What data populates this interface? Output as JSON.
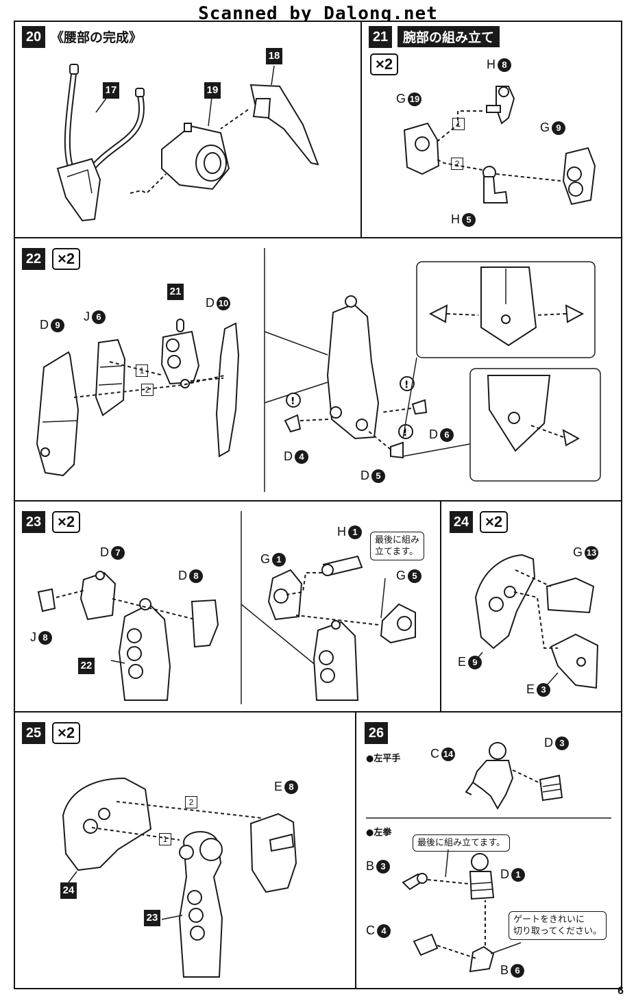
{
  "banner": "Scanned by Dalong.net",
  "page_number": "6",
  "steps": {
    "s20": {
      "num": "20",
      "title": "《腰部の完成》",
      "labels": {
        "p17": "17",
        "p18": "18",
        "p19": "19"
      }
    },
    "s21": {
      "num": "21",
      "title": "腕部の組み立て",
      "mult": "×2",
      "labels": {
        "h8": "H",
        "h8n": "8",
        "g19": "G",
        "g19n": "19",
        "g9": "G",
        "g9n": "9",
        "h5": "H",
        "h5n": "5"
      },
      "order": [
        "1",
        "2"
      ]
    },
    "s22": {
      "num": "22",
      "mult": "×2",
      "labels": {
        "d9": "D",
        "d9n": "9",
        "j6": "J",
        "j6n": "6",
        "p21": "21",
        "d10": "D",
        "d10n": "10",
        "d4": "D",
        "d4n": "4",
        "d6": "D",
        "d6n": "6",
        "d5": "D",
        "d5n": "5",
        "z_d4": "D",
        "z_d4n": "4",
        "z_d6": "D",
        "z_d6n": "6",
        "z_d5": "D",
        "z_d5n": "5"
      },
      "order": [
        "1",
        "2"
      ]
    },
    "s23": {
      "num": "23",
      "mult": "×2",
      "labels": {
        "d7": "D",
        "d7n": "7",
        "d8": "D",
        "d8n": "8",
        "j8": "J",
        "j8n": "8",
        "p22": "22",
        "h1": "H",
        "h1n": "1",
        "g1": "G",
        "g1n": "1",
        "g5": "G",
        "g5n": "5"
      },
      "note": "最後に組み\n立てます。"
    },
    "s24": {
      "num": "24",
      "mult": "×2",
      "labels": {
        "g13": "G",
        "g13n": "13",
        "e9": "E",
        "e9n": "9",
        "e3": "E",
        "e3n": "3"
      }
    },
    "s25": {
      "num": "25",
      "mult": "×2",
      "labels": {
        "e8": "E",
        "e8n": "8",
        "p24": "24",
        "p23": "23"
      },
      "order": [
        "1",
        "2"
      ]
    },
    "s26": {
      "num": "26",
      "sub1": "●左平手",
      "sub2": "●左拳",
      "labels": {
        "c14": "C",
        "c14n": "14",
        "d3": "D",
        "d3n": "3",
        "b3": "B",
        "b3n": "3",
        "d1": "D",
        "d1n": "1",
        "c4": "C",
        "c4n": "4",
        "b6": "B",
        "b6n": "6"
      },
      "note1": "最後に組み立てます。",
      "note2": "ゲートをきれいに\n切り取ってください。"
    }
  },
  "icons": {
    "caution": "caution-icon",
    "callout": "callout-icon"
  }
}
